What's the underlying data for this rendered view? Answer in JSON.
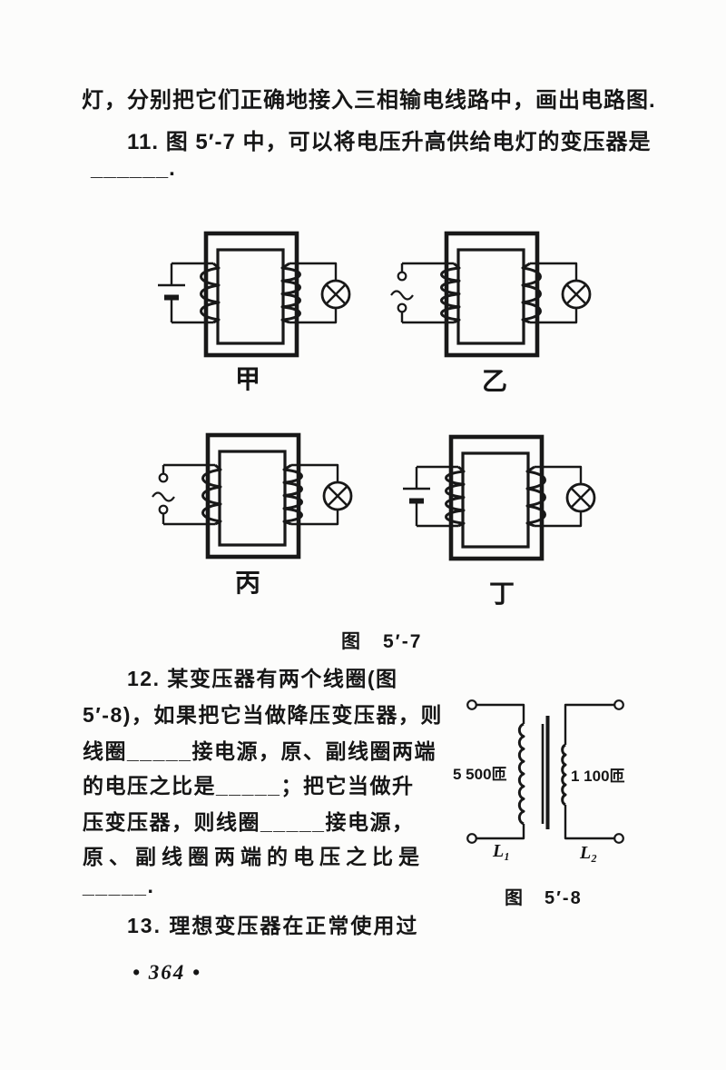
{
  "colors": {
    "ink": "#181818",
    "paper": "#fcfcfb"
  },
  "page": {
    "intro_line": "灯，分别把它们正确地接入三相输电线路中，画出电路图.",
    "q11_line": "11. 图 5′-7 中，可以将电压升高供给电灯的变压器是",
    "q11_blank": "______.",
    "q13_line": "13. 理想变压器在正常使用过",
    "page_number": "• 364 •"
  },
  "figure7": {
    "caption": "图　5′-7",
    "diagrams": [
      {
        "label": "甲",
        "source": "dc",
        "source_name": "battery",
        "primary_turns": 3,
        "secondary_turns": 4,
        "load": "lamp"
      },
      {
        "label": "乙",
        "source": "ac",
        "source_name": "ac-supply",
        "primary_turns": 4,
        "secondary_turns": 3,
        "load": "lamp"
      },
      {
        "label": "丙",
        "source": "ac",
        "source_name": "ac-supply",
        "primary_turns": 3,
        "secondary_turns": 4,
        "load": "lamp"
      },
      {
        "label": "丁",
        "source": "dc",
        "source_name": "battery",
        "primary_turns": 4,
        "secondary_turns": 3,
        "load": "lamp"
      }
    ]
  },
  "question12": {
    "lines": [
      "12. 某变压器有两个线圈(图",
      "5′-8)，如果把它当做降压变压器，则",
      "线圈_____接电源，原、副线圈两端",
      "的电压之比是_____；把它当做升",
      "压变压器，则线圈_____接电源，",
      "原、副线圈两端的电压之比是",
      "_____."
    ]
  },
  "figure8": {
    "caption": "图　5′-8",
    "left_coil_label": "5 500匝",
    "right_coil_label": "1 100匝",
    "left_terminal_label": "L₁",
    "right_terminal_label": "L₂",
    "left_turns": 8,
    "right_turns": 6
  }
}
